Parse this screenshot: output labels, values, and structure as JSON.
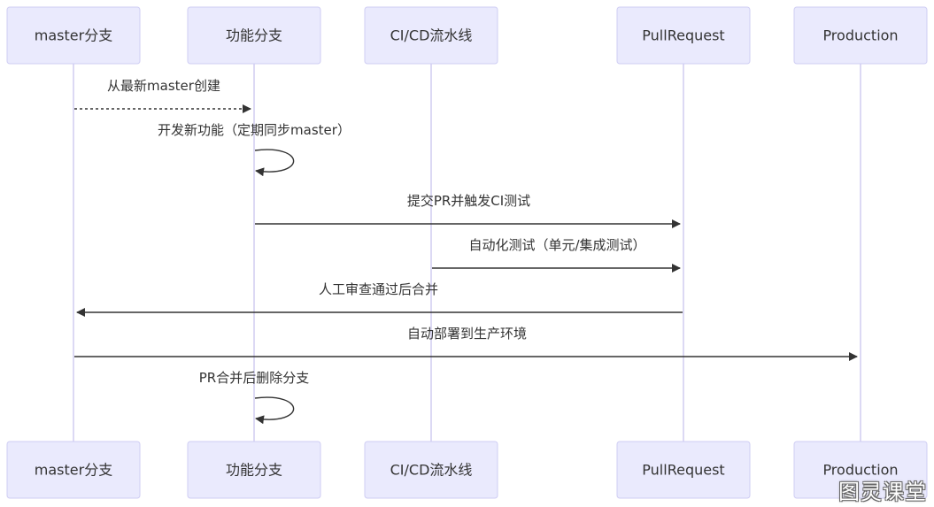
{
  "actors": [
    {
      "id": "master",
      "label": "master分支"
    },
    {
      "id": "feature",
      "label": "功能分支"
    },
    {
      "id": "cicd",
      "label": "CI/CD流水线"
    },
    {
      "id": "pr",
      "label": "PullRequest"
    },
    {
      "id": "prod",
      "label": "Production"
    }
  ],
  "messages": [
    {
      "from": "master",
      "to": "feature",
      "label": "从最新master创建",
      "style": "dotted"
    },
    {
      "from": "feature",
      "to": "feature",
      "label": "开发新功能（定期同步master）",
      "style": "self"
    },
    {
      "from": "feature",
      "to": "pr",
      "label": "提交PR并触发CI测试",
      "style": "solid"
    },
    {
      "from": "cicd",
      "to": "pr",
      "label": "自动化测试（单元/集成测试）",
      "style": "solid"
    },
    {
      "from": "pr",
      "to": "master",
      "label": "人工审查通过后合并",
      "style": "solid"
    },
    {
      "from": "master",
      "to": "prod",
      "label": "自动部署到生产环境",
      "style": "solid"
    },
    {
      "from": "feature",
      "to": "feature",
      "label": "PR合并后删除分支",
      "style": "self"
    }
  ],
  "watermark": "图灵课堂"
}
